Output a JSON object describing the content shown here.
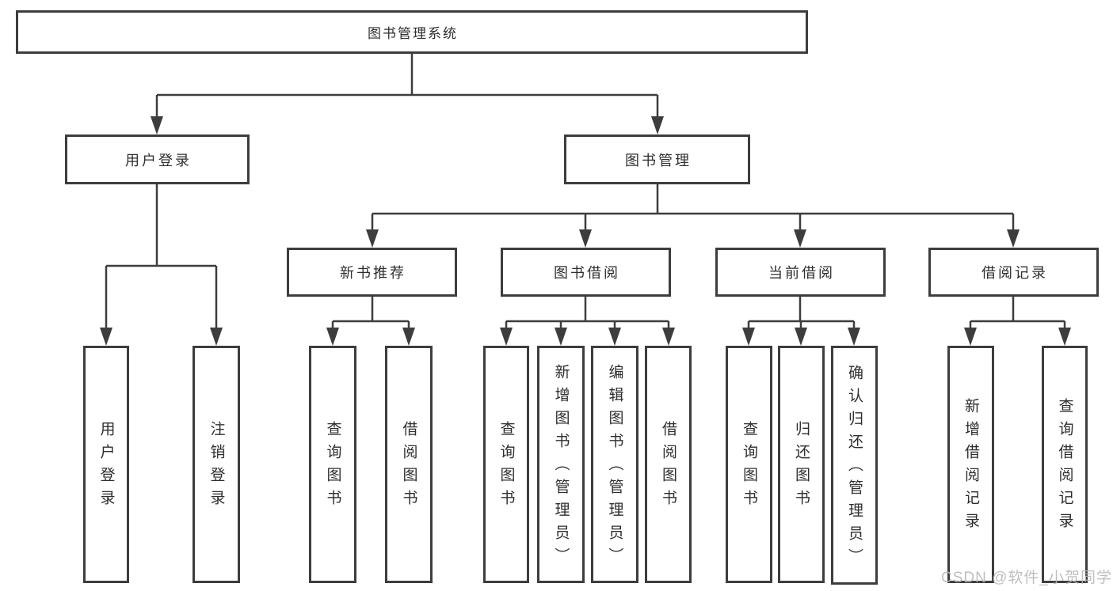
{
  "diagram": {
    "root": {
      "label": "图书管理系统"
    },
    "level2": [
      {
        "label": "用户登录"
      },
      {
        "label": "图书管理"
      }
    ],
    "level3": [
      {
        "label": "新书推荐"
      },
      {
        "label": "图书借阅"
      },
      {
        "label": "当前借阅"
      },
      {
        "label": "借阅记录"
      }
    ],
    "user_login_children": [
      {
        "label": "用户登录"
      },
      {
        "label": "注销登录"
      }
    ],
    "new_book_children": [
      {
        "label": "查询图书"
      },
      {
        "label": "借阅图书"
      }
    ],
    "book_borrow_children": [
      {
        "label": "查询图书"
      },
      {
        "label": "新增图书（管理员）"
      },
      {
        "label": "编辑图书（管理员）"
      },
      {
        "label": "借阅图书"
      }
    ],
    "current_borrow_children": [
      {
        "label": "查询图书"
      },
      {
        "label": "归还图书"
      },
      {
        "label": "确认归还（管理员）"
      }
    ],
    "borrow_record_children": [
      {
        "label": "新增借阅记录"
      },
      {
        "label": "查询借阅记录"
      }
    ]
  },
  "watermark": {
    "text": "CSDN @软件_小贺同学"
  },
  "colors": {
    "line": "#3d3d3d",
    "text": "#2e2e2e",
    "background": "#ffffff",
    "watermark": "#b9b9b9"
  }
}
